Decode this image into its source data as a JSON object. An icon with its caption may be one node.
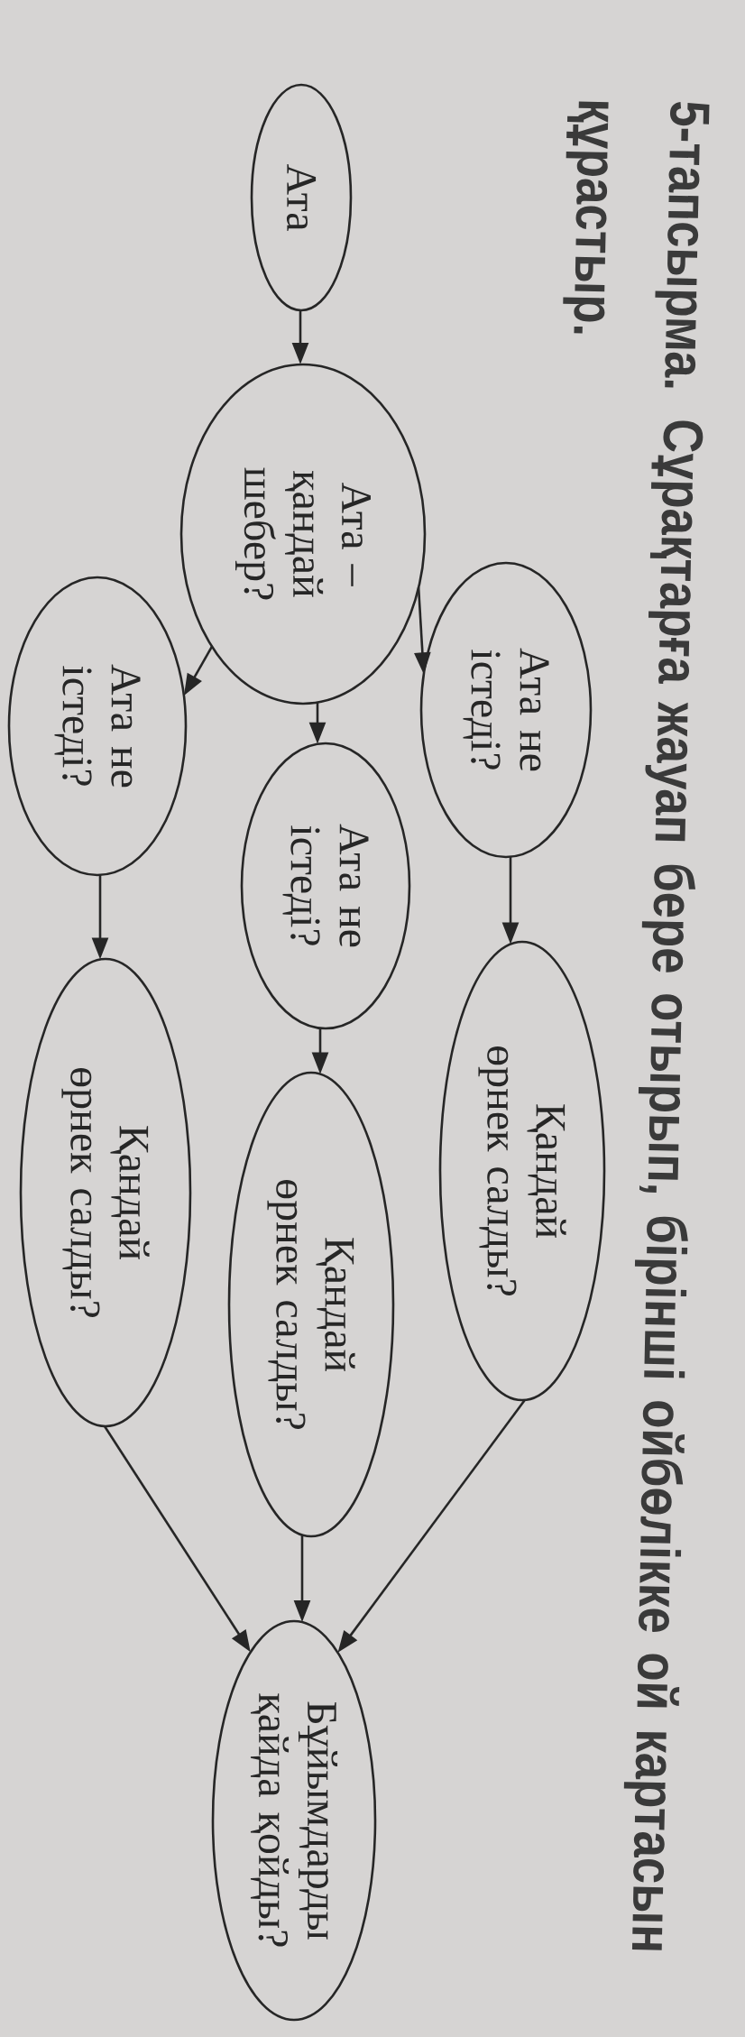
{
  "diagram": {
    "title": "5-тапсырма. Сұрақтарға жауап бере отырып, бірінші ойбөлікке ой картасын құрастыр.",
    "nodes": [
      {
        "text": [
          "Ата"
        ]
      },
      {
        "text": [
          "Ата – қандай шебер?"
        ]
      },
      {
        "text": [
          "Ата не істеді?"
        ]
      },
      {
        "text": [
          "Ата не істеді?"
        ]
      },
      {
        "text": [
          "Ата не істеді?"
        ]
      },
      {
        "text": [
          "Қандай өрнек салды?"
        ]
      },
      {
        "text": [
          "Қандай өрнек салды?"
        ]
      },
      {
        "text": [
          "Қандай өрнек салды?"
        ]
      },
      {
        "text": [
          "Бұйымдарды қайда қойды?"
        ]
      }
    ],
    "edges": [
      {
        "from": 0,
        "to": 1,
        "arrow": "to"
      },
      {
        "from": 1,
        "to": 2,
        "arrow": "to"
      },
      {
        "from": 1,
        "to": 3,
        "arrow": "to"
      },
      {
        "from": 1,
        "to": 4,
        "arrow": "to"
      },
      {
        "from": 2,
        "to": 5,
        "arrow": "to"
      },
      {
        "from": 3,
        "to": 6,
        "arrow": "to"
      },
      {
        "from": 4,
        "to": 7,
        "arrow": "to"
      },
      {
        "from": 5,
        "to": 8,
        "arrow": "to"
      },
      {
        "from": 6,
        "to": 8,
        "arrow": "to"
      },
      {
        "from": 7,
        "to": 8,
        "arrow": "to"
      }
    ]
  }
}
